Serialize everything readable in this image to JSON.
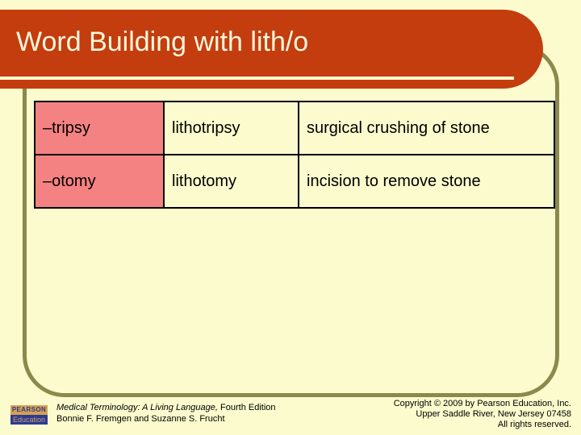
{
  "slide": {
    "title": "Word Building with lith/o",
    "colors": {
      "background": "#FBFBCD",
      "title_bar": "#C33D0E",
      "title_text": "#FFF6DB",
      "frame_border": "#8A8A4D",
      "suffix_highlight": "#F58282",
      "table_border": "#000000",
      "logo_navy": "#2B3A99",
      "logo_tan": "#D7A14D"
    }
  },
  "table": {
    "rows": [
      {
        "suffix": "–tripsy",
        "term": "lithotripsy",
        "definition": "surgical crushing of stone"
      },
      {
        "suffix": "–otomy",
        "term": "lithotomy",
        "definition": "incision to remove stone"
      }
    ]
  },
  "footer": {
    "logo": {
      "top": "PEARSON",
      "bottom": "Education"
    },
    "book_title_italic": "Medical Terminology: A Living Language,",
    "book_title_rest": " Fourth Edition",
    "authors": "Bonnie F. Fremgen and Suzanne S. Frucht"
  },
  "copyright": {
    "line1": "Copyright © 2009 by Pearson Education, Inc.",
    "line2": "Upper Saddle River, New Jersey 07458",
    "line3": "All rights reserved."
  }
}
